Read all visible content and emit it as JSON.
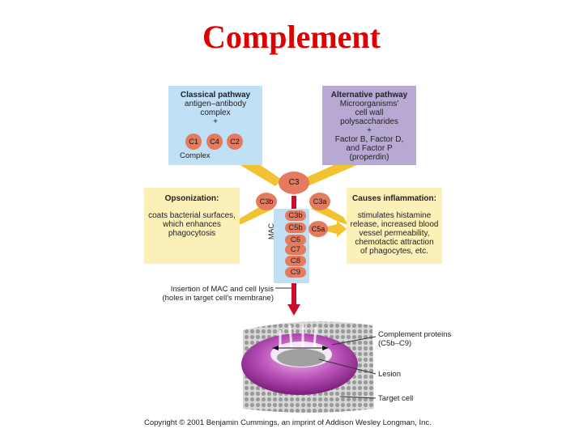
{
  "title": "Complement",
  "classical": {
    "heading": "Classical pathway",
    "line1": "antigen–antibody",
    "line2": "complex",
    "plus": "+",
    "components": [
      "C1",
      "C4",
      "C2"
    ],
    "footer": "Complex"
  },
  "alternative": {
    "heading": "Alternative pathway",
    "line1": "Microorganisms'",
    "line2": "cell wall",
    "line3": "polysaccharides",
    "plus": "+",
    "line4": "Factor B, Factor D,",
    "line5": "and Factor P",
    "line6": "(properdin)"
  },
  "c3": "C3",
  "c3b": "C3b",
  "c3a": "C3a",
  "c5a": "C5a",
  "opsonization": {
    "heading": "Opsonization:",
    "line1": "coats bacterial surfaces,",
    "line2": "which enhances",
    "line3": "phagocytosis"
  },
  "inflammation": {
    "heading": "Causes inflammation:",
    "line1": "stimulates histamine",
    "line2": "release, increased blood",
    "line3": "vessel permeability,",
    "line4": "chemotactic attraction",
    "line5": "of phagocytes, etc."
  },
  "mac": {
    "label": "MAC",
    "items": [
      "C3b",
      "C5b",
      "C6",
      "C7",
      "C8",
      "C9"
    ]
  },
  "insertion": {
    "line1": "Insertion of MAC and cell lysis",
    "line2": "(holes in target cell's membrane)"
  },
  "labels": {
    "proteins1": "Complement proteins",
    "proteins2": "(C5b–C9)",
    "lesion": "Lesion",
    "target": "Target cell"
  },
  "copyright": "Copyright © 2001 Benjamin Cummings, an imprint of Addison Wesley Longman, Inc.",
  "colors": {
    "title": "#e00000",
    "classical_box": "#bfe0f5",
    "alternative_box": "#b7a8d4",
    "effect_box": "#fbf0b8",
    "component": "#e57b5e",
    "mac_arrow": "#c8102e",
    "pathway_arrow": "#f2c230"
  }
}
